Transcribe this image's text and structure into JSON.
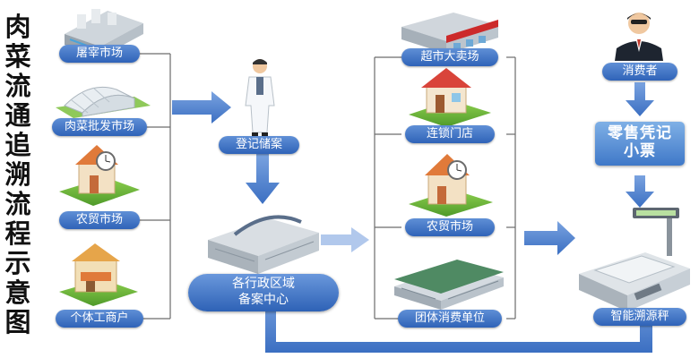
{
  "title_chars": [
    "肉",
    "菜",
    "流",
    "通",
    "追",
    "溯",
    "流",
    "程",
    "示",
    "意",
    "图"
  ],
  "nodes": {
    "slaughterhouse": "屠宰市场",
    "wholesale": "肉菜批发市场",
    "farmers_market_left": "农贸市场",
    "individual_merchant": "个体工商户",
    "registration": "登记储案",
    "filing_center": [
      "各行政区域",
      "备案中心"
    ],
    "supermarket": "超市大卖场",
    "chain_store": "连锁门店",
    "farmers_market_right": "农贸市场",
    "group_unit": "团体消费单位",
    "consumer": "消费者",
    "retail_ticket": [
      "零售凭记",
      "小票"
    ],
    "smart_scale": "智能溯源秤"
  },
  "colors": {
    "arrow": "#4a7fcf",
    "pill": "#3a6fc4",
    "line": "#6c6c6c"
  }
}
